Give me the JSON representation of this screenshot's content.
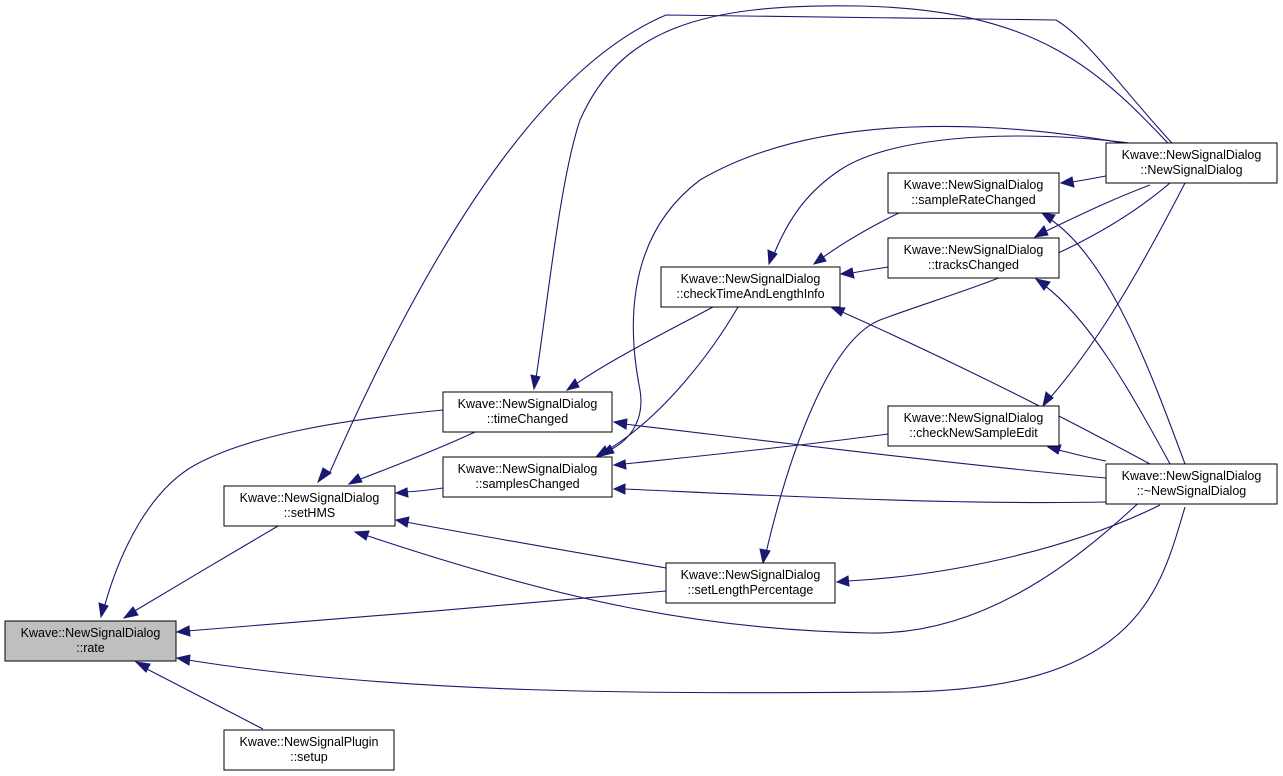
{
  "nodes": {
    "rate": {
      "line1": "Kwave::NewSignalDialog",
      "line2": "::rate"
    },
    "setup": {
      "line1": "Kwave::NewSignalPlugin",
      "line2": "::setup"
    },
    "setHMS": {
      "line1": "Kwave::NewSignalDialog",
      "line2": "::setHMS"
    },
    "timeChanged": {
      "line1": "Kwave::NewSignalDialog",
      "line2": "::timeChanged"
    },
    "samplesChanged": {
      "line1": "Kwave::NewSignalDialog",
      "line2": "::samplesChanged"
    },
    "checkTimeAndLengthInfo": {
      "line1": "Kwave::NewSignalDialog",
      "line2": "::checkTimeAndLengthInfo"
    },
    "setLengthPercentage": {
      "line1": "Kwave::NewSignalDialog",
      "line2": "::setLengthPercentage"
    },
    "sampleRateChanged": {
      "line1": "Kwave::NewSignalDialog",
      "line2": "::sampleRateChanged"
    },
    "tracksChanged": {
      "line1": "Kwave::NewSignalDialog",
      "line2": "::tracksChanged"
    },
    "checkNewSampleEdit": {
      "line1": "Kwave::NewSignalDialog",
      "line2": "::checkNewSampleEdit"
    },
    "ctor": {
      "line1": "Kwave::NewSignalDialog",
      "line2": "::NewSignalDialog"
    },
    "dtor": {
      "line1": "Kwave::NewSignalDialog",
      "line2": "::~NewSignalDialog"
    }
  },
  "colors": {
    "edge": "#191970",
    "highlight": "#bfbfbf",
    "border": "#000000"
  }
}
